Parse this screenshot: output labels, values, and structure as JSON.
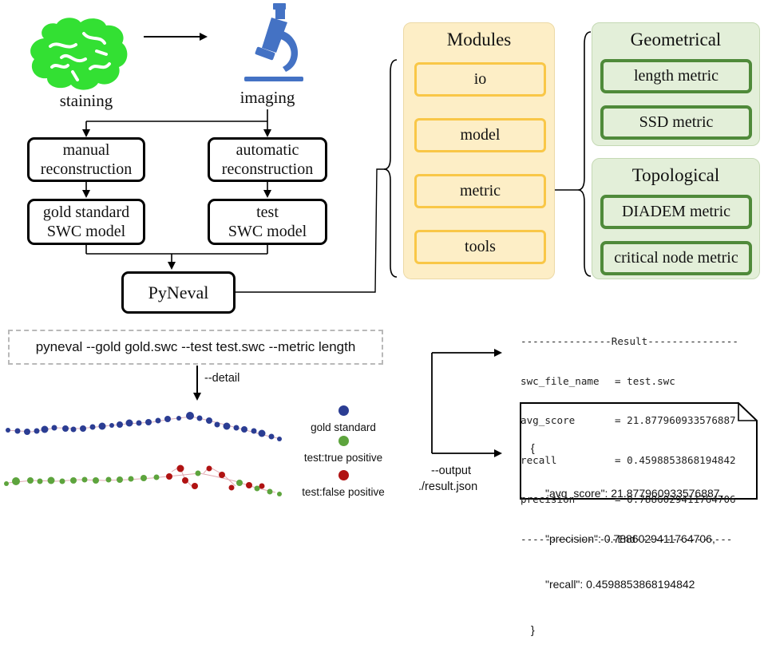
{
  "pipeline": {
    "staining_label": "staining",
    "imaging_label": "imaging",
    "manual_box": [
      "manual",
      "reconstruction"
    ],
    "automatic_box": [
      "automatic",
      "reconstruction"
    ],
    "gold_box": [
      "gold standard",
      "SWC model"
    ],
    "test_box": [
      "test",
      "SWC model"
    ],
    "pyneval_label": "PyNeval"
  },
  "modules": {
    "title": "Modules",
    "items": [
      "io",
      "model",
      "metric",
      "tools"
    ]
  },
  "geometrical": {
    "title": "Geometrical",
    "items": [
      "length metric",
      "SSD metric"
    ]
  },
  "topological": {
    "title": "Topological",
    "items": [
      "DIADEM metric",
      "critical node metric"
    ]
  },
  "command": {
    "text": "pyneval --gold gold.swc --test test.swc  --metric length",
    "detail_label": "--detail",
    "output_label_1": "--output",
    "output_label_2": "./result.json"
  },
  "result": {
    "header": "---------------Result---------------",
    "rows": [
      {
        "key": "swc_file_name",
        "value": "= test.swc"
      },
      {
        "key": "avg_score",
        "value": "= 21.877960933576887"
      },
      {
        "key": "recall",
        "value": "= 0.4598853868194842"
      },
      {
        "key": "precision",
        "value": "= 0.7886029411764706"
      }
    ],
    "footer": "----------------End----------------"
  },
  "json_file": {
    "open": "{",
    "lines": [
      "\"avg_score\": 21.877960933576887,",
      "\"precision\": 0.7886029411764706,",
      "\"recall\": 0.4598853868194842"
    ],
    "close": "}"
  },
  "legend": {
    "gold": "gold standard",
    "tp": "test:true positive",
    "fp": "test:false positive"
  },
  "colors": {
    "gold_standard": "#2b3d93",
    "true_positive": "#5da43d",
    "false_positive": "#b01212",
    "module_border": "#f9c747",
    "module_fill": "#fdeec6",
    "metric_border": "#4f8a3a",
    "metric_fill": "#e3efd9",
    "brain_green": "#33e033",
    "microscope_blue": "#4472c4"
  },
  "icons": [
    "brain-icon",
    "microscope-icon"
  ]
}
